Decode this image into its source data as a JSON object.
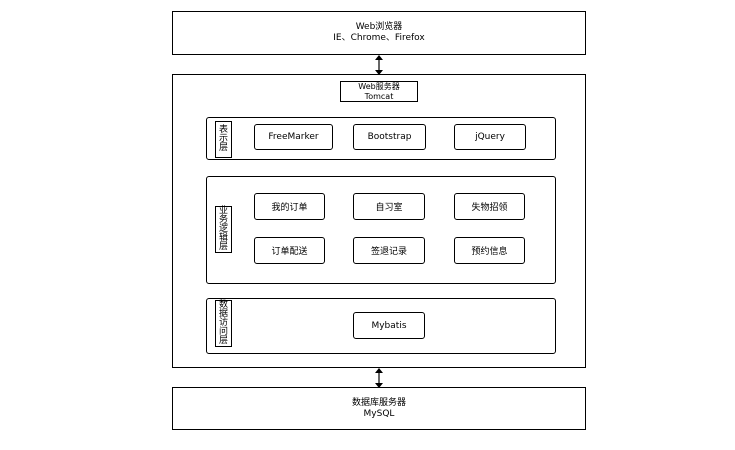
{
  "browser": {
    "title": "Web浏览器",
    "subtitle": "IE、Chrome、Firefox"
  },
  "web_server": {
    "title": "Web服务器",
    "subtitle": "Tomcat"
  },
  "presentation_layer": {
    "label": "表示层",
    "components": [
      "FreeMarker",
      "Bootstrap",
      "jQuery"
    ]
  },
  "business_layer": {
    "label": "业务逻辑层",
    "components": [
      "我的订单",
      "自习室",
      "失物招领",
      "订单配送",
      "签退记录",
      "预约信息"
    ]
  },
  "data_access_layer": {
    "label": "数据访问层",
    "components": [
      "Mybatis"
    ]
  },
  "db_server": {
    "title": "数据库服务器",
    "subtitle": "MySQL"
  }
}
